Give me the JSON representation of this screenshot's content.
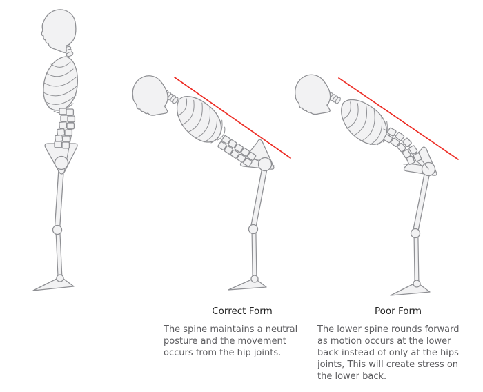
{
  "captions": {
    "correct": {
      "title": "Correct Form",
      "body": "The spine maintains a neutral\nposture and the movement\noccurs from the hip joints."
    },
    "poor": {
      "title": "Poor Form",
      "body": "The lower spine rounds forward\nas motion occurs at the lower\nback instead of only at the hips\njoints, This will create stress on\nthe lower back."
    }
  },
  "figures": {
    "standing": "neutral standing skeleton, side view",
    "correct": "hip-hinge skeleton with neutral spine and straight alignment line",
    "poor": "hip-hinge skeleton with rounded lower spine and straight alignment line"
  },
  "colors": {
    "background": "#ffffff",
    "bone_fill": "#f2f2f3",
    "bone_stroke": "#8f9094",
    "alignment_line": "#ed2c24",
    "title_text": "#222222",
    "body_text": "#5d5d60"
  }
}
